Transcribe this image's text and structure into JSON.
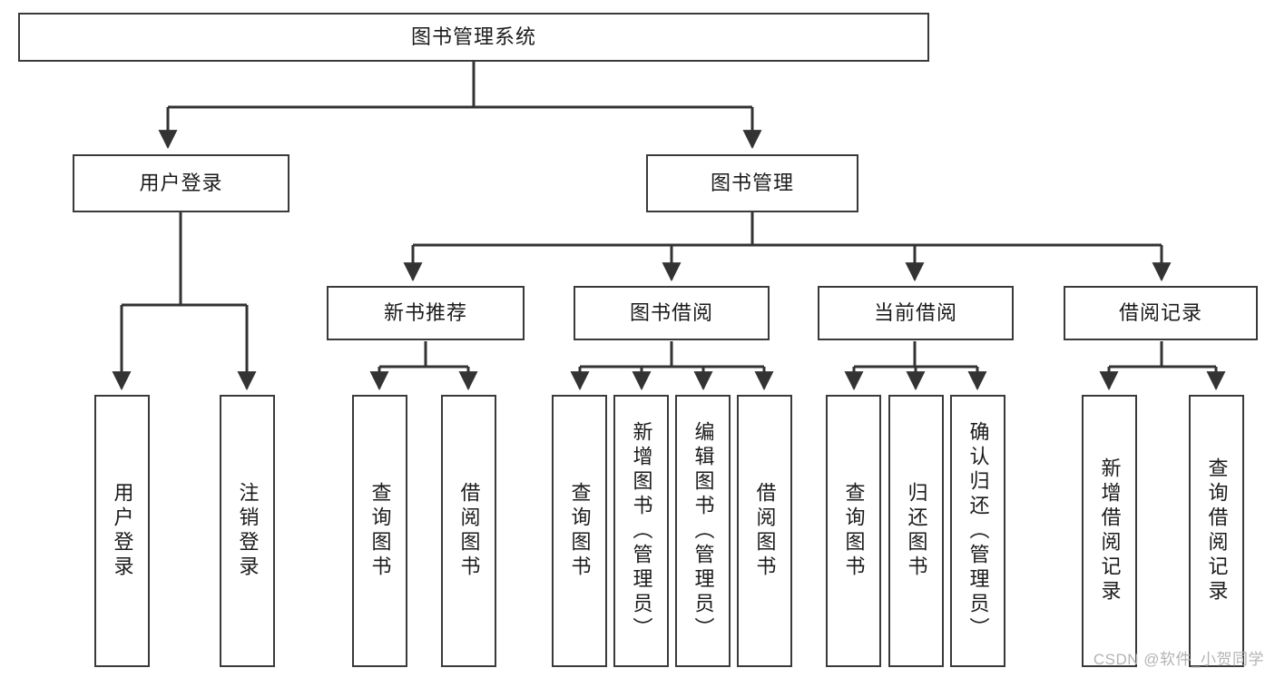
{
  "diagram": {
    "title": "图书管理系统",
    "type": "tree",
    "orientation": "top-down",
    "watermark": "CSDN @软件_小贺同学",
    "colors": {
      "box_border": "#3a3a3a",
      "box_fill": "#ffffff",
      "connector": "#333333",
      "text": "#1b1b1b",
      "watermark": "#b4b4b4",
      "background": "#ffffff"
    },
    "levels": {
      "root": {
        "id": "root",
        "label": "图书管理系统",
        "text_mode": "horizontal"
      },
      "level2": [
        {
          "id": "user-login",
          "label": "用户登录",
          "text_mode": "horizontal"
        },
        {
          "id": "book-management",
          "label": "图书管理",
          "text_mode": "horizontal"
        }
      ],
      "level3": [
        {
          "id": "new-book-recommend",
          "label": "新书推荐",
          "text_mode": "horizontal",
          "parent": "book-management"
        },
        {
          "id": "book-borrow",
          "label": "图书借阅",
          "text_mode": "horizontal",
          "parent": "book-management"
        },
        {
          "id": "current-borrow",
          "label": "当前借阅",
          "text_mode": "horizontal",
          "parent": "book-management"
        },
        {
          "id": "borrow-record",
          "label": "借阅记录",
          "text_mode": "horizontal",
          "parent": "book-management"
        }
      ],
      "leaves": [
        {
          "id": "leaf-user-login",
          "label": "用户登录",
          "text_mode": "vertical",
          "parent": "user-login"
        },
        {
          "id": "leaf-logout-login",
          "label": "注销登录",
          "text_mode": "vertical",
          "parent": "user-login"
        },
        {
          "id": "leaf-query-book-1",
          "label": "查询图书",
          "text_mode": "vertical",
          "parent": "new-book-recommend"
        },
        {
          "id": "leaf-borrow-book-1",
          "label": "借阅图书",
          "text_mode": "vertical",
          "parent": "new-book-recommend"
        },
        {
          "id": "leaf-query-book-2",
          "label": "查询图书",
          "text_mode": "vertical",
          "parent": "book-borrow"
        },
        {
          "id": "leaf-add-book",
          "label": "新增图书（管理员）",
          "text_mode": "vertical",
          "parent": "book-borrow"
        },
        {
          "id": "leaf-edit-book",
          "label": "编辑图书（管理员）",
          "text_mode": "vertical",
          "parent": "book-borrow"
        },
        {
          "id": "leaf-borrow-book-2",
          "label": "借阅图书",
          "text_mode": "vertical",
          "parent": "book-borrow"
        },
        {
          "id": "leaf-query-book-3",
          "label": "查询图书",
          "text_mode": "vertical",
          "parent": "current-borrow"
        },
        {
          "id": "leaf-return-book",
          "label": "归还图书",
          "text_mode": "vertical",
          "parent": "current-borrow"
        },
        {
          "id": "leaf-confirm-return",
          "label": "确认归还（管理员）",
          "text_mode": "vertical",
          "parent": "current-borrow"
        },
        {
          "id": "leaf-add-record",
          "label": "新增借阅记录",
          "text_mode": "vertical",
          "parent": "borrow-record"
        },
        {
          "id": "leaf-query-record",
          "label": "查询借阅记录",
          "text_mode": "vertical",
          "parent": "borrow-record"
        }
      ]
    }
  }
}
